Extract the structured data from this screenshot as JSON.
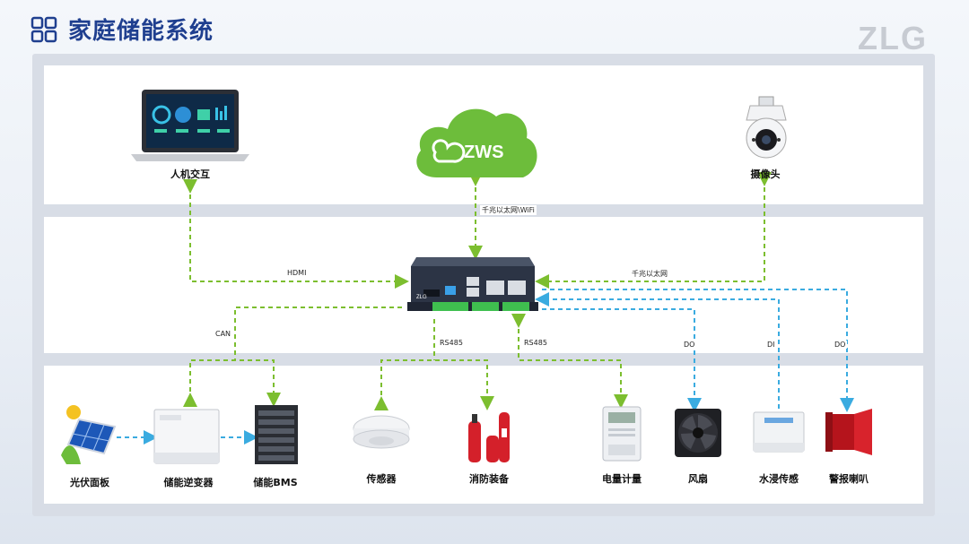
{
  "header": {
    "title": "家庭储能系统",
    "brand": "ZLG"
  },
  "cloud": {
    "label": "ZWS"
  },
  "nodes": {
    "hmi": "人机交互",
    "camera": "摄像头",
    "pv": "光伏面板",
    "inverter": "储能逆变器",
    "bms": "储能BMS",
    "sensor": "传感器",
    "fire": "消防装备",
    "meter": "电量计量",
    "fan": "风扇",
    "water": "水浸传感",
    "alarm": "警报喇叭"
  },
  "edges": {
    "cloud_link": "千兆以太网\\WiFi",
    "hdmi": "HDMI",
    "camera_link": "千兆以太网",
    "can": "CAN",
    "rs485_left": "RS485",
    "rs485_right": "RS485",
    "fan_do": "DO",
    "water_di": "DI",
    "alarm_do": "DO"
  },
  "colors": {
    "dashed_green": "#7cbe2f",
    "dashed_blue": "#3aabe0",
    "title": "#1f3f8f"
  }
}
